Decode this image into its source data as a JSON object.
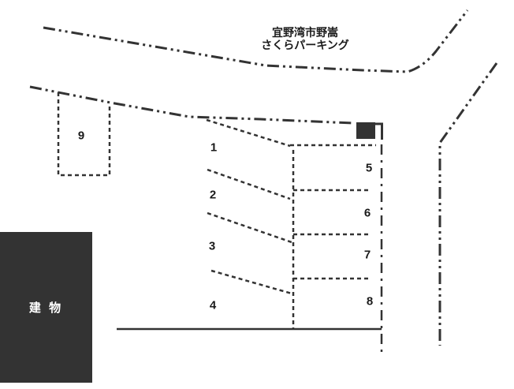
{
  "title": {
    "line1": "宜野湾市野嵩",
    "line2": "さくらパーキング"
  },
  "building": {
    "label": "建 物"
  },
  "spaces": [
    {
      "label": "1"
    },
    {
      "label": "2"
    },
    {
      "label": "3"
    },
    {
      "label": "4"
    },
    {
      "label": "5"
    },
    {
      "label": "6"
    },
    {
      "label": "7"
    },
    {
      "label": "8"
    },
    {
      "label": "9"
    }
  ],
  "icons": {
    "entrance_marker": "black-square-with-hook"
  },
  "colors": {
    "ink": "#333333",
    "background": "#ffffff",
    "building_fill": "#333333",
    "building_text": "#ffffff"
  }
}
